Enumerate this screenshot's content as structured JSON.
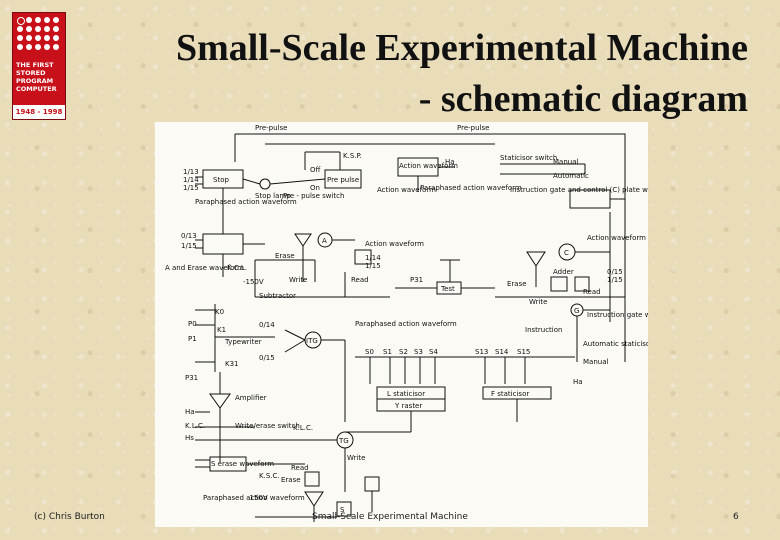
{
  "slide": {
    "title_line1": "Small-Scale Experimental Machine",
    "title_line2": "- schematic diagram",
    "footer_left": "(c) Chris Burton",
    "footer_center": "Small-Scale Experimental Machine",
    "page_number": "6"
  },
  "logo": {
    "lines": [
      "THE FIRST",
      "STORED",
      "PROGRAM",
      "COMPUTER"
    ],
    "years": "1948 - 1998"
  },
  "diagram": {
    "labels": {
      "pre_pulse_left": "Pre-pulse",
      "pre_pulse_right": "Pre-pulse",
      "ksp": "K.S.P.",
      "off": "Off",
      "on": "On",
      "pre_pulse_box": "Pre pulse",
      "stop": "Stop",
      "stop_lamp": "Stop lamp",
      "pre_pulse_switch": "Pre - pulse switch",
      "action_waveform_box": "Action waveform",
      "ha_top": "Ha",
      "staticisor_switch": "Staticisor switch",
      "manual_top": "Manual",
      "automatic_top": "Automatic",
      "action_waveform_2": "Action waveform",
      "paraphased_action_1": "Paraphased action waveform",
      "instruction_gate": "Instruction gate and control (C) plate waveform",
      "paraphased_action_left": "Paraphased action waveform",
      "i13": "1/13",
      "i14": "1/14",
      "i15": "1/15",
      "f013": "0/13",
      "f115": "1/15",
      "a_circle": "A",
      "action_waveform_3": "Action waveform",
      "action_waveform_right": "Action waveform",
      "c_circle": "C",
      "erase": "Erase",
      "kcl": "K.C.L.",
      "a_and_erase": "A and Erase waveform",
      "minus150": "-150V",
      "write": "Write",
      "read": "Read",
      "i14b": "1/14",
      "i15b": "1/15",
      "p31": "P31",
      "test": "Test",
      "adder": "Adder",
      "f015": "0/15",
      "f115c": "1/15",
      "erase_r": "Erase",
      "write_r": "Write",
      "read_r": "Read",
      "instruction_gate_waveform": "Instruction gate waveform",
      "subtractor": "Subtractor",
      "k0": "K0",
      "p0": "P0",
      "k1": "K1",
      "p1": "P1",
      "typewriter": "Typewriter",
      "k31": "K31",
      "p31b": "P31",
      "f014": "0/14",
      "f015b": "0/15",
      "itg": "ITG",
      "paraphased_action_mid": "Paraphased action waveform",
      "instruction": "Instruction",
      "automatic_bottom": "Automatic staticisor switch",
      "manual_bottom": "Manual",
      "ha_bottom": "Ha",
      "s0": "S0",
      "s1": "S1",
      "s2": "S2",
      "s3": "S3",
      "s4": "S4",
      "s13": "S13",
      "s14": "S14",
      "s15": "S15",
      "g_circle": "G",
      "l_staticisor": "L staticisor",
      "y_raster": "Y raster",
      "f_staticisor": "F staticisor",
      "amplifier": "Amplifier",
      "ha_left": "Ha",
      "klc": "K.L.C.",
      "hs": "Hs",
      "write_erase_switch": "Write/erase switch",
      "klc2": "K.L.C.",
      "tg": "TG",
      "write_b": "Write",
      "s_erase": "S erase waveform",
      "ksc": "K.S.C.",
      "read_b": "Read",
      "erase_b": "Erase",
      "paraphased_action_bottom": "Paraphased action waveform",
      "minus150b": "-150V",
      "s_bottom": "S"
    }
  }
}
